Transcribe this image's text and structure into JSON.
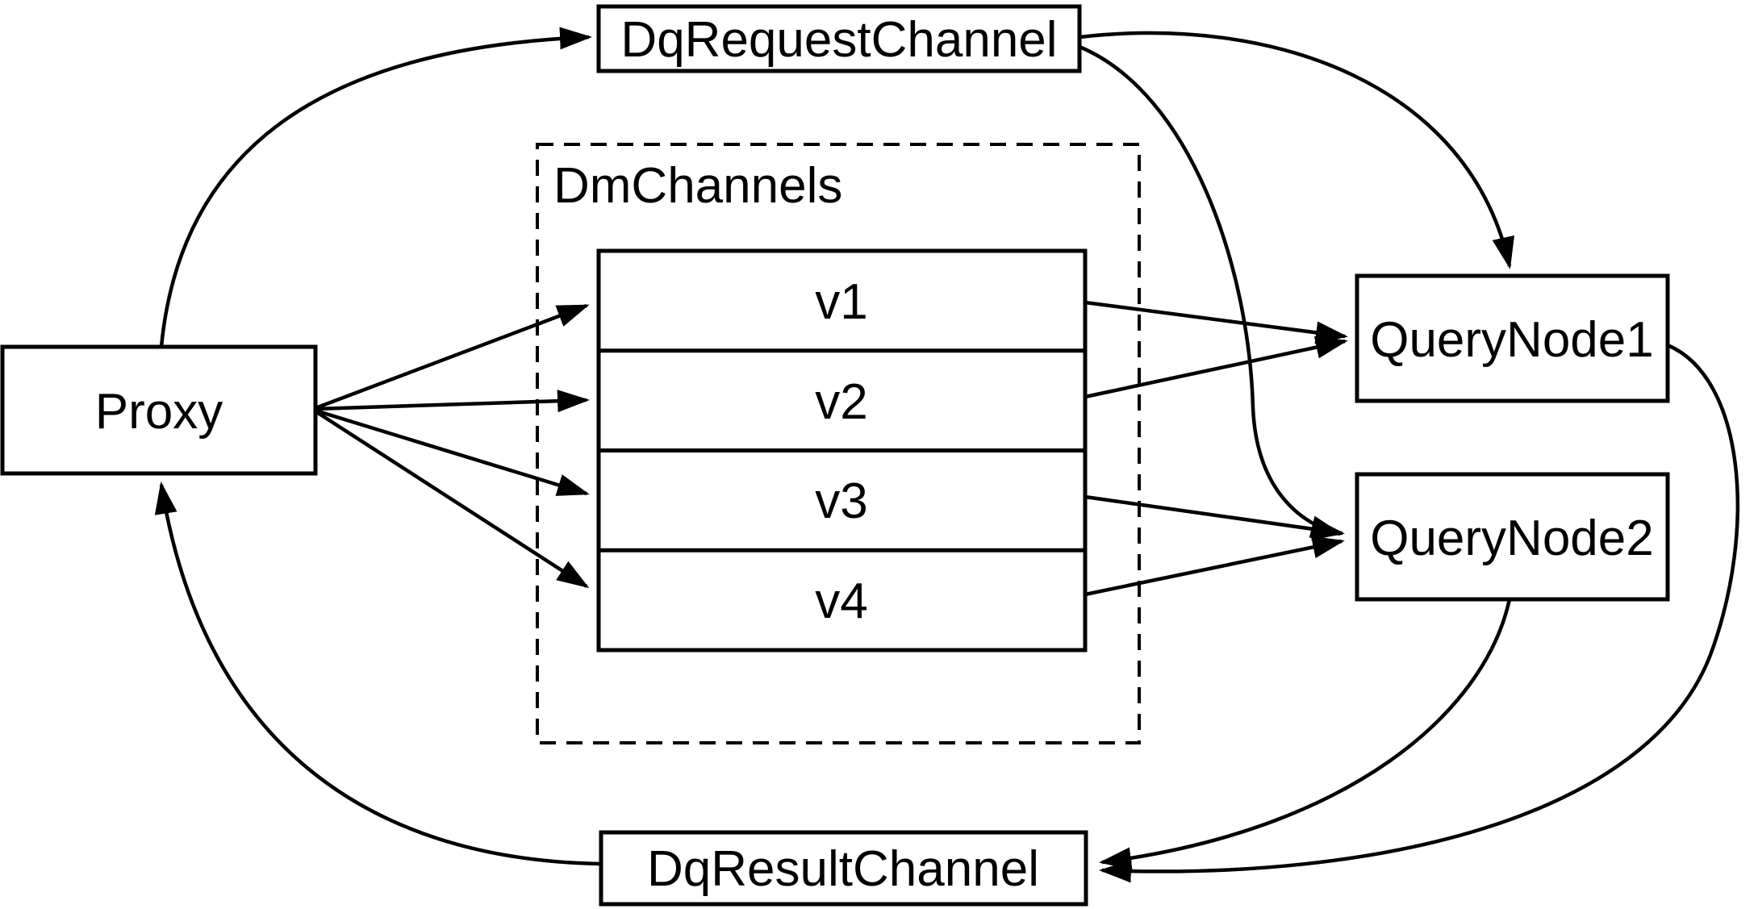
{
  "diagram": {
    "colors": {
      "background": "#ffffff",
      "stroke": "#000000",
      "text": "#000000"
    },
    "nodes": {
      "proxy": {
        "label": "Proxy"
      },
      "dq_request_channel": {
        "label": "DqRequestChannel"
      },
      "dm_channels_group": {
        "label": "DmChannels"
      },
      "channels": [
        {
          "label": "v1"
        },
        {
          "label": "v2"
        },
        {
          "label": "v3"
        },
        {
          "label": "v4"
        }
      ],
      "query_node_1": {
        "label": "QueryNode1"
      },
      "query_node_2": {
        "label": "QueryNode2"
      },
      "dq_result_channel": {
        "label": "DqResultChannel"
      }
    },
    "edges": [
      {
        "from": "Proxy",
        "to": "DqRequestChannel",
        "style": "curved"
      },
      {
        "from": "Proxy",
        "to": "v1",
        "style": "straight"
      },
      {
        "from": "Proxy",
        "to": "v2",
        "style": "straight"
      },
      {
        "from": "Proxy",
        "to": "v3",
        "style": "straight"
      },
      {
        "from": "Proxy",
        "to": "v4",
        "style": "straight"
      },
      {
        "from": "v1",
        "to": "QueryNode1",
        "style": "straight"
      },
      {
        "from": "v2",
        "to": "QueryNode1",
        "style": "straight"
      },
      {
        "from": "v3",
        "to": "QueryNode2",
        "style": "straight"
      },
      {
        "from": "v4",
        "to": "QueryNode2",
        "style": "straight"
      },
      {
        "from": "DqRequestChannel",
        "to": "QueryNode1",
        "style": "curved"
      },
      {
        "from": "DqRequestChannel",
        "to": "QueryNode2",
        "style": "curved"
      },
      {
        "from": "QueryNode1",
        "to": "DqResultChannel",
        "style": "curved"
      },
      {
        "from": "QueryNode2",
        "to": "DqResultChannel",
        "style": "curved"
      },
      {
        "from": "DqResultChannel",
        "to": "Proxy",
        "style": "curved"
      }
    ]
  }
}
